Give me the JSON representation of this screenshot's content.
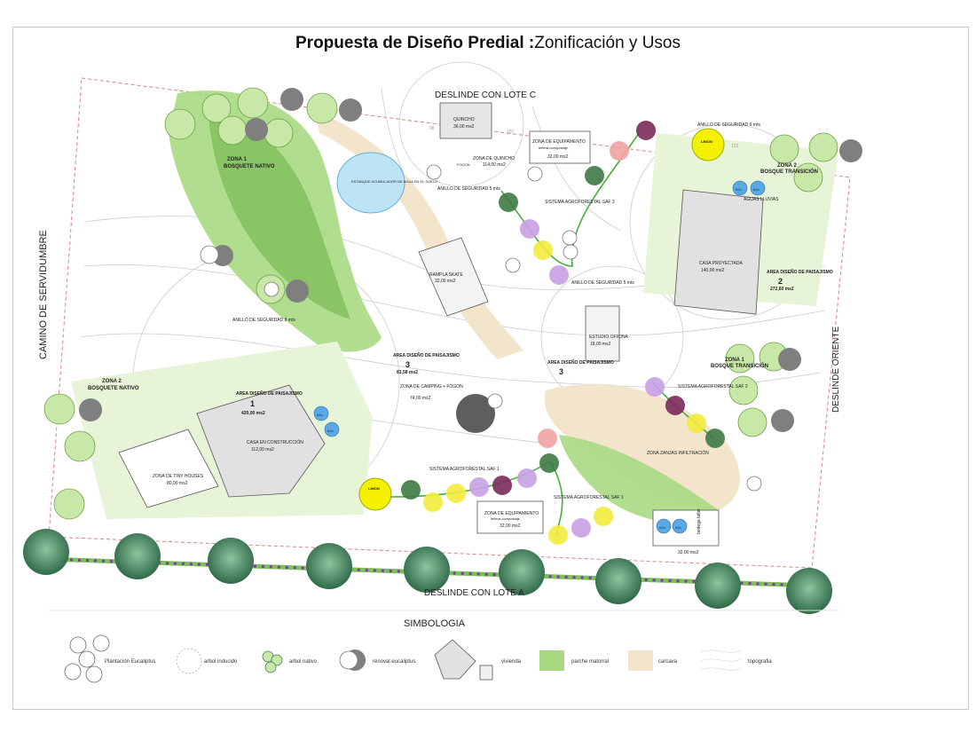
{
  "title": {
    "bold": "Propuesta de Diseño Predial :",
    "normal": "Zonificación y Usos"
  },
  "boundaries": {
    "north": "DESLINDE CON LOTE C",
    "south": "DESLINDE CON LOTE A",
    "west": "CAMINO DE SERVIDUMBRE",
    "east": "DESLINDE ORIENTE"
  },
  "zones": {
    "z1_nativo_title": "ZONA 1",
    "z1_nativo_sub": "BOSQUETE NATIVO",
    "z2_nativo_title": "ZONA 2",
    "z2_nativo_sub": "BOSQUETE NATIVO",
    "z1_trans_title": "ZONA 1",
    "z1_trans_sub": "BOSQUE TRANSICIÓN",
    "z2_trans_title": "ZONA 2",
    "z2_trans_sub": "BOSQUE TRANSICIÓN"
  },
  "areas": {
    "a1_title": "AREA DISEÑO DE PAISAJISMO",
    "a1_num": "1",
    "a1_size": "420,00 ms2",
    "a2_title": "AREA DISEÑO DE PAISAJISMO",
    "a2_num": "2",
    "a2_size": "272,60 ms2",
    "a3_title": "AREA DISEÑO DE PAISAJISMO",
    "a3_num": "3",
    "a3_size": "83,58 ms2",
    "a3b_title": "AREA DISEÑO DE PAISAJISMO",
    "a3b_num": "3"
  },
  "buildings": {
    "quincho": "QUINCHO",
    "quincho_size": "36,00 ms2",
    "zona_quincho": "ZONA DE QUINCHO",
    "zona_quincho_size": "114,00 ms2",
    "fogon": "FOGON",
    "equip_top": "ZONA DE EQUIPAMENTO",
    "equip_top_sub": "leñera-compostaje",
    "equip_top_size": "32,00 ms2",
    "estanque": "ESTANQUE ACUMULADOR DE AGUA EN EL SUELO",
    "rampla": "RAMPLA SKATE",
    "rampla_size": "32,00 ms2",
    "casa_proy": "CASA PROYECTADA",
    "casa_proy_size": "140,00 ms2",
    "estudio": "ESTUDIO OFICINA",
    "estudio_size": "18,00 ms2",
    "casa_const": "CASA EN CONSTRUCCIÓN",
    "casa_const_size": "112,00 ms2",
    "tiny": "ZONA DE TINY HOUSES",
    "tiny_size": "80,00 ms2",
    "camping": "ZONA DE CAMPING + FOGON",
    "camping_size": "74,00 ms2",
    "equip_bot": "ZONA DE EQUIPAMIENTO",
    "equip_bot_sub": "leñera-compostaje",
    "equip_bot_size": "32,00 ms2",
    "zanjas": "ZONA ZANJAS INFILTRACIÓN",
    "bodega": "bodega taller",
    "bodega_size": "32,00 ms2",
    "aguas": "AGUAS LLUVIAS"
  },
  "saf": {
    "saf3": "SISTEMA AGROFORESTAL SAF 3",
    "saf2": "SISTEMA AGROFORESTAL SAF 2",
    "saf1a": "SISTEMA AGROFORESTAL SAF 1",
    "saf1b": "SISTEMA AGROFORESTAL SAF 1"
  },
  "rings": {
    "r1": "ANILLO DE SEGURIDAD 5 mts",
    "r2": "ANILLO DE SEGURIDAD 5 mts",
    "r3": "ANILLO DE SEGURIDAD 8 mts",
    "r4": "ANILLO DE SEGURIDAD 6 mts"
  },
  "misc": {
    "h2o": "h2o",
    "limon": "LIMON",
    "n98": "98",
    "n107": "107",
    "n122": "122"
  },
  "legend": {
    "title": "SIMBOLOGIA",
    "items": [
      "Plantación Eucaliptus",
      "arbol inducido",
      "arbol nativo",
      "renoval eucaliptus",
      "vivienda",
      "parche matorral",
      "carcava",
      "topografia"
    ]
  },
  "colors": {
    "green_zone": "#a9d983",
    "green_dark": "#7fbf5a",
    "pale_green": "#e8f4d7",
    "carcava": "#f2e5cc",
    "tree_dark": "#3f7a55",
    "purple": "#c9a0e6",
    "yellow": "#f3ec3c",
    "pink": "#f1a3a3",
    "wine": "#7a2a5a",
    "water": "#5aa9e6",
    "limon": "#f5f000"
  }
}
